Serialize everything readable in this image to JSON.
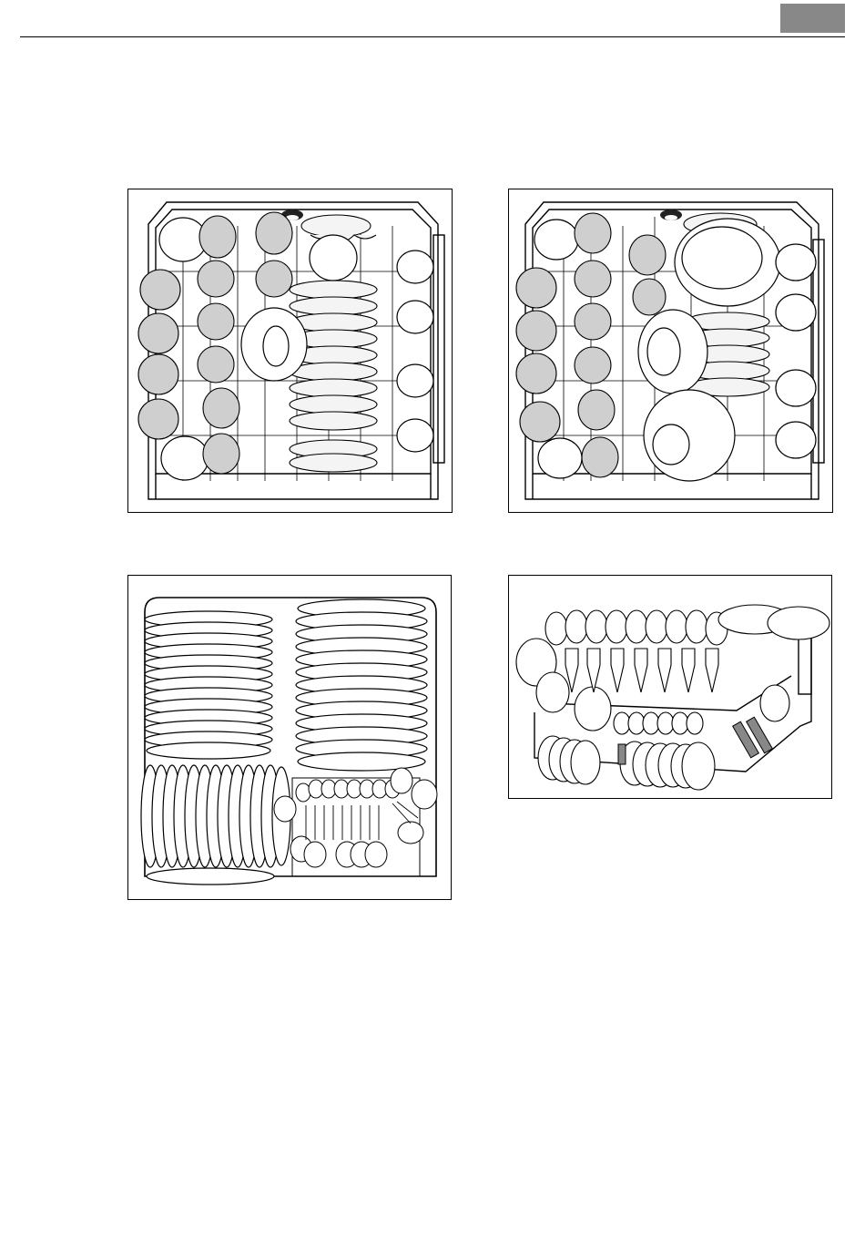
{
  "header": {
    "tab_color": "#888888"
  },
  "figures": [
    {
      "id": "fig-1",
      "icon": "upper-basket-cups-glasses-illustration"
    },
    {
      "id": "fig-2",
      "icon": "upper-basket-cups-bowls-illustration"
    },
    {
      "id": "fig-3",
      "icon": "lower-basket-plates-cutlery-illustration"
    },
    {
      "id": "fig-4",
      "icon": "cutlery-basket-illustration"
    }
  ]
}
